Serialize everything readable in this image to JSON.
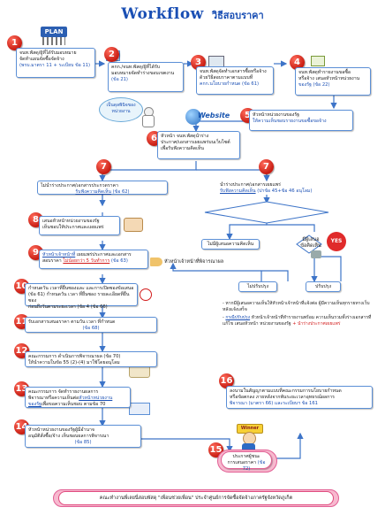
{
  "title": {
    "en": "Workflow",
    "th": "วิธีสอบราคา"
  },
  "plan_label": "PLAN",
  "website_label": "Website",
  "winner_label": "Winner",
  "steps": {
    "s1": {
      "num": "1",
      "line1": "จนท.พัสดุ/ผู้ที่ได้รับมอบหมาย",
      "line2": "จัดทำแผนจัดซื้อจัดจ้าง",
      "line3": "(พรบ.มาตรา 11 + ระเบียบ ข้อ 11)"
    },
    "s2": {
      "num": "2",
      "line1": "คกก./จนท.พัสดุ/ผู้ที่ได้รับ",
      "line2": "มอบหมายจัดทำร่างขอบเขตงาน",
      "line3": "(ข้อ 21)"
    },
    "s3": {
      "num": "3",
      "line1": "จนท.พัสดุจัดทำเอกสารซื้อหรือจ้าง",
      "line2": "ด้วยวิธีสอบราคาตามแบบที่",
      "line3": "คกก.นโยบายกำหนด  (ข้อ 61)"
    },
    "s4": {
      "num": "4",
      "line1": "จนท.พัสดุทำรายงานขอซื้อ",
      "line2": "หรือจ้าง  เสนอหัวหน้าหน่วยงาน",
      "line3": "ของรัฐ (ข้อ 22)"
    },
    "s5": {
      "num": "5",
      "line1": "หัวหน้าหน่วยงานของรัฐ",
      "line2": "ให้ความเห็นชอบรายงานขอซื้อขอจ้าง"
    },
    "s6": {
      "num": "6",
      "line1": "หัวหน้า  จนท.พัสดุนำร่าง",
      "line2": "ประกาศ/เอกสารเผยแพร่บนเว็บไซต์",
      "line3": "เพื่อรับฟังความคิดเห็น"
    },
    "s7": {
      "num": "7"
    },
    "s7a": {
      "line1": "ไม่นำร่างประกาศ/เอกสารประกวดราคา",
      "line2": "รับฟังความคิดเห็น",
      "line2b": "(ข้อ 62)"
    },
    "s7b": {
      "line1": "นำร่างประกาศ/เอกสารเผยแพร่",
      "line2": "รับฟังความคิดเห็น",
      "line2b": "(ปาข้อ 45+ข้อ 46 อนุโลม)"
    },
    "s8": {
      "num": "8",
      "line1": "เสนอหัวหน้าหน่วยงานของรัฐ",
      "line2": "เห็นชอบให้ประกาศและเผยแพร่"
    },
    "s9": {
      "num": "9",
      "line1": "หัวหน้าเจ้าหน้าที่",
      "line1b": "เผยแพร่ประกาศและเอกสาร",
      "line2": "สอบราคา",
      "line2b": "ไม่น้อยกว่า  5 วันทำการ",
      "line2c": "(ข้อ 63)"
    },
    "s10": {
      "num": "10",
      "line1": "กำหนดวัน  เวลาที่ยื่นซองและ  และการเปิดซองข้อเสนอ",
      "line2": "(ข้อ 61) กำหนดวัน  เวลา  ที่ยื่นซอง  รายละเอียดที่ยื่นซอง",
      "line3": "ก่อนถึงวันตามระยะเวลา  (ข้อ 4 (ข้อ 66)"
    },
    "s11": {
      "num": "11",
      "line1": "รับเอกสารเสนอราคา  ตามวัน  เวลา  ที่กำหนด",
      "line2": "(ข้อ 68)"
    },
    "s12": {
      "num": "12",
      "line1": "คณะกรรมการ  ดำเนินการพิจารณาผล  (ข้อ 70)",
      "line2": "ให้นำความในข้อ 55 (2)-(4) มาใช้โดยอนุโลม"
    },
    "s13": {
      "num": "13",
      "line1": "คณะกรรมการ  จัดทำรายงานผลการ",
      "line2": "พิจารณาหรือความเห็นต่อ",
      "line2b": "หัวหน้าหน่วยงาน",
      "line3": "ของรัฐ",
      "line3b": "เพื่อขอความเห็นชอบ  ตามข้อ 70"
    },
    "s14": {
      "num": "14",
      "line1": "หัวหน้าหน่วยงานของรัฐผู้มีอำนาจ",
      "line2": "อนุมัติสั่งซื้อ/จ้าง  เห็นชอบผลการพิจารณา",
      "line3": "(ข้อ 85)"
    },
    "s15": {
      "num": "15",
      "line1": "ประกาศผู้ชนะ",
      "line2": "การเสนอราคา",
      "line2b": "(ข้อ 72)"
    },
    "s16": {
      "num": "16",
      "line1": "ลงนามในสัญญาตามแบบที่คณะกรรมการนโยบายกำหนด",
      "line2": "หรือข้อตกลง  ภายหลังจากพ้นระยะเวลาอุทธรณ์ผลการ",
      "line3": "พิจารณา (มาตรา 66) และระเบียบฯ  ข้อ 161"
    }
  },
  "bubble_text": {
    "line1": "เป็นดุลพินิจของ",
    "line2": "หน่วยงาน"
  },
  "decision": {
    "no_comment": "ไม่มีผู้เสนอความคิดเห็น",
    "has_comment": "มีผู้เสนอ\nข้อคิดเห็น",
    "yes_label": "YES",
    "no_change": "ไม่ปรับปรุง",
    "change": "ปรับปรุง",
    "officer_check": "หัวหน้าเจ้าหน้าที่พิจารณาผล"
  },
  "notes": [
    {
      "prefix": "- ",
      "text": "หากมีผู้เสนอความเห็นให้หัวหน้าเจ้าหน้าที่แจ้งต่อ ผู้มีความเห็นทุกรายทางเว็บหลังแจ้งเสร็จ"
    },
    {
      "prefix": "- ",
      "u": "กรณีปรับปรุง",
      "text2": " หัวหน้าเจ้าหน้าที่ทำรายงานพร้อม ความเห็นรวมทั้งร่างเอกสารที่แก้ไข  เสนอหัวหน้า หน่วยงานของรัฐ ",
      "r": "+ นำร่างประกาศเผยแพร่"
    }
  ],
  "footer": "คณะทำงานพี่เลยนี่สอบพัสดุ  \"เพื่อนช่วยเพื่อน\"  ประจำศูนย์การจัดซื้อจัดจ้างภาครัฐจังหวัดภูเก็ต",
  "colors": {
    "title": "#1a4fb4",
    "badge": "#d21b1b",
    "box_border": "#5b8fd6",
    "arrow": "#3d74c8",
    "footer_bg": "#f7b9cf"
  }
}
